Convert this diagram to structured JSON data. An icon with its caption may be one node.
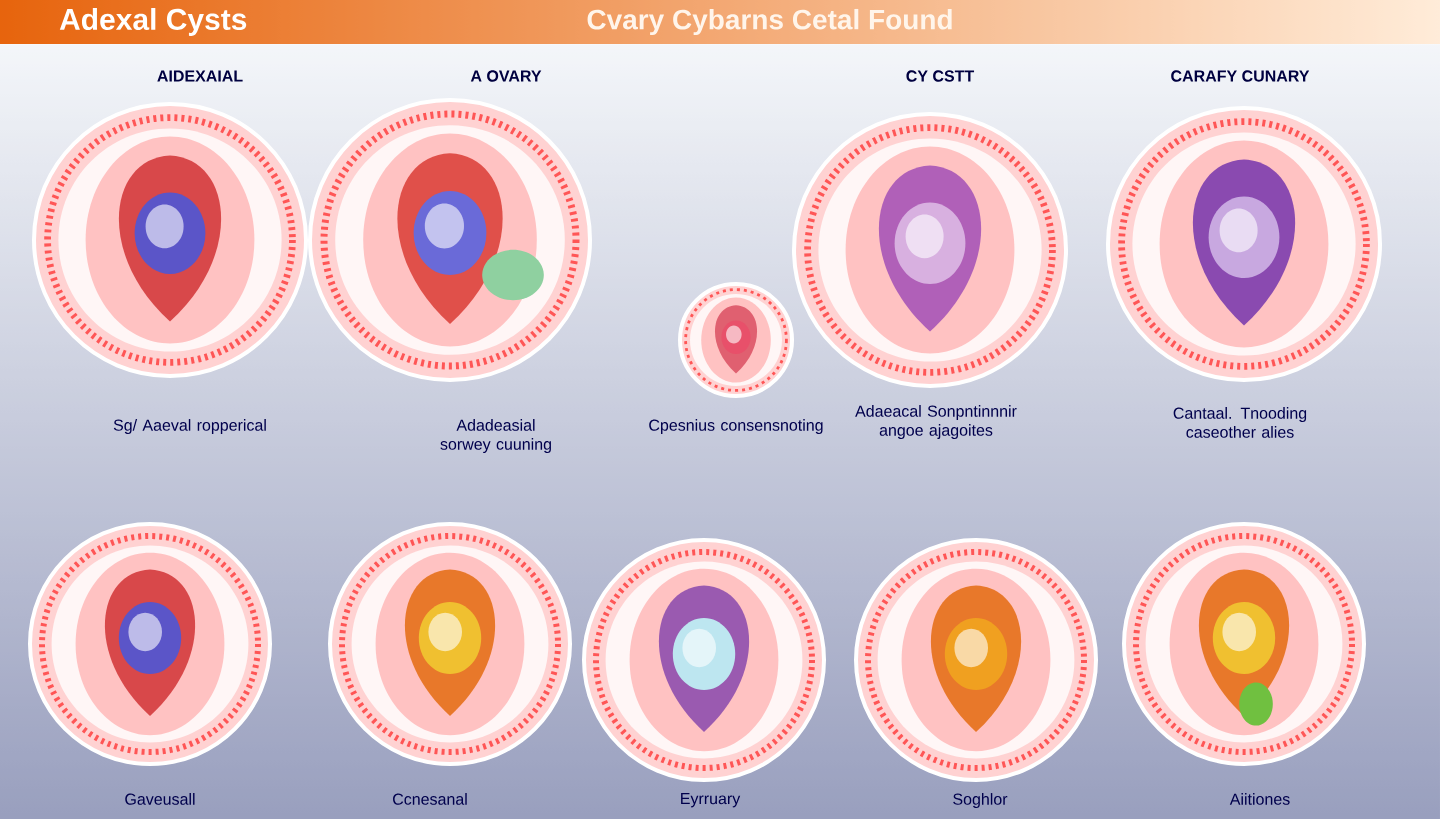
{
  "diagram": {
    "title": "Adexal Cysts",
    "nodes": [
      {
        "text": [],
        "shape": "picture",
        "beside": [
          "Sg/ Aaeval ropperical"
        ]
      },
      {
        "text": [],
        "shape": "picture",
        "beside": [
          "Adadeasial sorwey cuuning"
        ]
      },
      {
        "text": [],
        "shape": "picture",
        "beside": [
          "Cpesnius consensnoting"
        ]
      },
      {
        "text": [],
        "shape": "picture",
        "beside": [
          "Adaeacal Sonpntinnnir angoe ajagoites"
        ]
      },
      {
        "text": [],
        "shape": "picture",
        "beside": [
          "Cantaal. Tnooding caseother alies"
        ]
      },
      {
        "text": [],
        "shape": "picture",
        "beside": [
          "Gaveusall"
        ]
      },
      {
        "text": [],
        "shape": "picture",
        "beside": [
          "Ccnesanal"
        ]
      },
      {
        "text": [],
        "shape": "picture",
        "beside": [
          "Eyrruary"
        ]
      },
      {
        "text": [],
        "shape": "picture",
        "beside": [
          "Soghlor"
        ]
      },
      {
        "text": [],
        "shape": "picture",
        "beside": [
          "Aiitiones"
        ]
      }
    ],
    "labels": [
      "Cvary Cybarns Cetal Found",
      "AIDEXAIAL",
      "A OVARY",
      "CY CSTT",
      "CARAFY CUNARY"
    ]
  }
}
